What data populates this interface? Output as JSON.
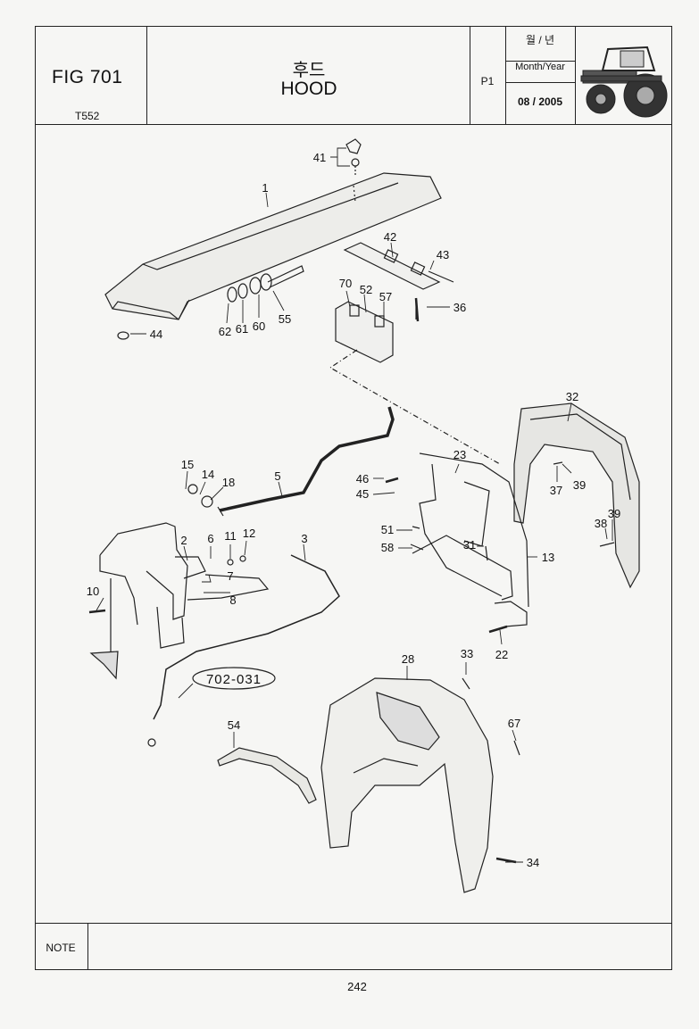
{
  "header": {
    "figure": "FIG 701",
    "model": "T552",
    "title_korean": "후드",
    "title_english": "HOOD",
    "page_code": "P1",
    "month_year_korean": "월 / 년",
    "month_year_english": "Month/Year",
    "date": "08 / 2005",
    "tractor_image": "tractor-icon"
  },
  "diagram": {
    "callouts": [
      "41",
      "1",
      "42",
      "43",
      "70",
      "52",
      "57",
      "36",
      "62",
      "61",
      "60",
      "55",
      "44",
      "32",
      "15",
      "14",
      "18",
      "5",
      "23",
      "46",
      "45",
      "37",
      "39",
      "38",
      "39",
      "2",
      "6",
      "11",
      "12",
      "3",
      "51",
      "58",
      "31",
      "13",
      "10",
      "7",
      "8",
      "22",
      "33",
      "28",
      "702-031",
      "67",
      "54",
      "34"
    ],
    "reference_label": "702-031"
  },
  "footer": {
    "note_label": "NOTE",
    "note_text": "",
    "page_number": "242"
  }
}
